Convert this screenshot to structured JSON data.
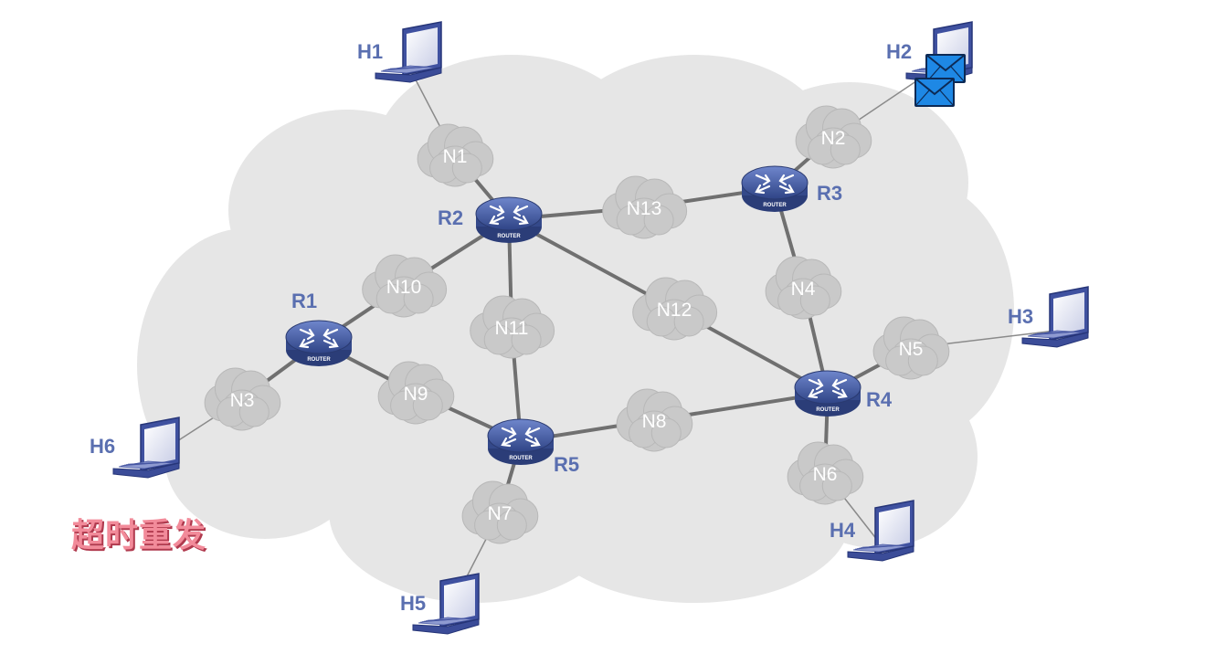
{
  "caption": "超时重发",
  "hosts": [
    {
      "id": "H1",
      "label": "H1"
    },
    {
      "id": "H2",
      "label": "H2"
    },
    {
      "id": "H3",
      "label": "H3"
    },
    {
      "id": "H4",
      "label": "H4"
    },
    {
      "id": "H5",
      "label": "H5"
    },
    {
      "id": "H6",
      "label": "H6"
    }
  ],
  "routers": [
    {
      "id": "R1",
      "label": "R1",
      "tag": "ROUTER"
    },
    {
      "id": "R2",
      "label": "R2",
      "tag": "ROUTER"
    },
    {
      "id": "R3",
      "label": "R3",
      "tag": "ROUTER"
    },
    {
      "id": "R4",
      "label": "R4",
      "tag": "ROUTER"
    },
    {
      "id": "R5",
      "label": "R5",
      "tag": "ROUTER"
    }
  ],
  "networks": [
    {
      "id": "N1",
      "label": "N1"
    },
    {
      "id": "N2",
      "label": "N2"
    },
    {
      "id": "N3",
      "label": "N3"
    },
    {
      "id": "N4",
      "label": "N4"
    },
    {
      "id": "N5",
      "label": "N5"
    },
    {
      "id": "N6",
      "label": "N6"
    },
    {
      "id": "N7",
      "label": "N7"
    },
    {
      "id": "N8",
      "label": "N8"
    },
    {
      "id": "N9",
      "label": "N9"
    },
    {
      "id": "N10",
      "label": "N10"
    },
    {
      "id": "N11",
      "label": "N11"
    },
    {
      "id": "N12",
      "label": "N12"
    },
    {
      "id": "N13",
      "label": "N13"
    }
  ],
  "links": [
    [
      "H1",
      "N1"
    ],
    [
      "N1",
      "R2"
    ],
    [
      "H2",
      "N2"
    ],
    [
      "N2",
      "R3"
    ],
    [
      "R2",
      "N13"
    ],
    [
      "N13",
      "R3"
    ],
    [
      "R3",
      "N4"
    ],
    [
      "N4",
      "R4"
    ],
    [
      "R2",
      "N12"
    ],
    [
      "N12",
      "R4"
    ],
    [
      "R2",
      "N10"
    ],
    [
      "N10",
      "R1"
    ],
    [
      "R2",
      "N11"
    ],
    [
      "N11",
      "R5"
    ],
    [
      "R1",
      "N9"
    ],
    [
      "N9",
      "R5"
    ],
    [
      "R1",
      "N3"
    ],
    [
      "N3",
      "H6"
    ],
    [
      "R5",
      "N8"
    ],
    [
      "N8",
      "R4"
    ],
    [
      "R5",
      "N7"
    ],
    [
      "N7",
      "H5"
    ],
    [
      "R4",
      "N5"
    ],
    [
      "N5",
      "H3"
    ],
    [
      "R4",
      "N6"
    ],
    [
      "N6",
      "H4"
    ]
  ],
  "colors": {
    "background_cloud": "#e6e6e6",
    "network_cloud": "#c9c9c9",
    "link": "#707070",
    "router_body": "#4e64a8",
    "label_blue": "#5a6fb0",
    "envelope": "#1e88e5",
    "caption": "#f28b9a"
  },
  "packets": [
    {
      "name": "envelope-icon-1",
      "at": "H2"
    },
    {
      "name": "envelope-icon-2",
      "at": "H2"
    }
  ]
}
